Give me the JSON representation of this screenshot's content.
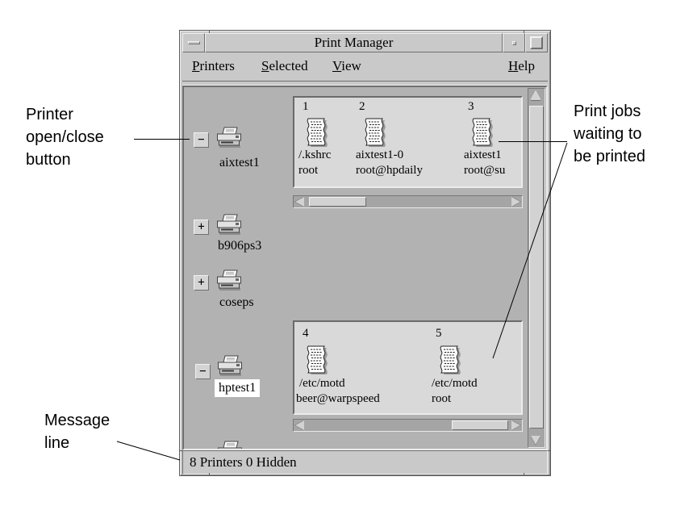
{
  "figure": {
    "callouts": {
      "printer_toggle": {
        "lines": [
          "Printer",
          "open/close",
          "button"
        ]
      },
      "print_jobs": {
        "lines": [
          "Print jobs",
          "waiting to",
          "be printed"
        ]
      },
      "message_line": {
        "lines": [
          "Message",
          "line"
        ]
      }
    }
  },
  "window": {
    "title": "Print Manager",
    "menu": [
      {
        "label": "Printers",
        "mnemonic": 0
      },
      {
        "label": "Selected",
        "mnemonic": 0
      },
      {
        "label": "View",
        "mnemonic": 0
      }
    ],
    "help_menu": {
      "label": "Help",
      "mnemonic": 0
    },
    "printers": [
      {
        "name": "aixtest1",
        "toggle": "−",
        "state": "open"
      },
      {
        "name": "b906ps3",
        "toggle": "+",
        "state": "closed"
      },
      {
        "name": "coseps",
        "toggle": "+",
        "state": "closed"
      },
      {
        "name": "hptest1",
        "toggle": "−",
        "state": "open",
        "selected": true
      }
    ],
    "job_panels": [
      {
        "printer": "aixtest1",
        "jobs": [
          {
            "number": "1",
            "file": "/.kshrc",
            "owner": "root"
          },
          {
            "number": "2",
            "file": "aixtest1-0",
            "owner": "root@hpdaily"
          },
          {
            "number": "3",
            "file": "aixtest1",
            "owner": "root@su"
          }
        ]
      },
      {
        "printer": "hptest1",
        "jobs": [
          {
            "number": "4",
            "file": "/etc/motd",
            "owner": "beer@warpspeed"
          },
          {
            "number": "5",
            "file": "/etc/motd",
            "owner": "root"
          }
        ]
      }
    ],
    "status": "8 Printers 0 Hidden"
  },
  "colors": {
    "chrome": "#c9c9c9",
    "canvas": "#b2b2b2",
    "panel": "#d9d9d9",
    "trough": "#a5a5a5",
    "selection": "#ffffff",
    "text": "#000000"
  }
}
